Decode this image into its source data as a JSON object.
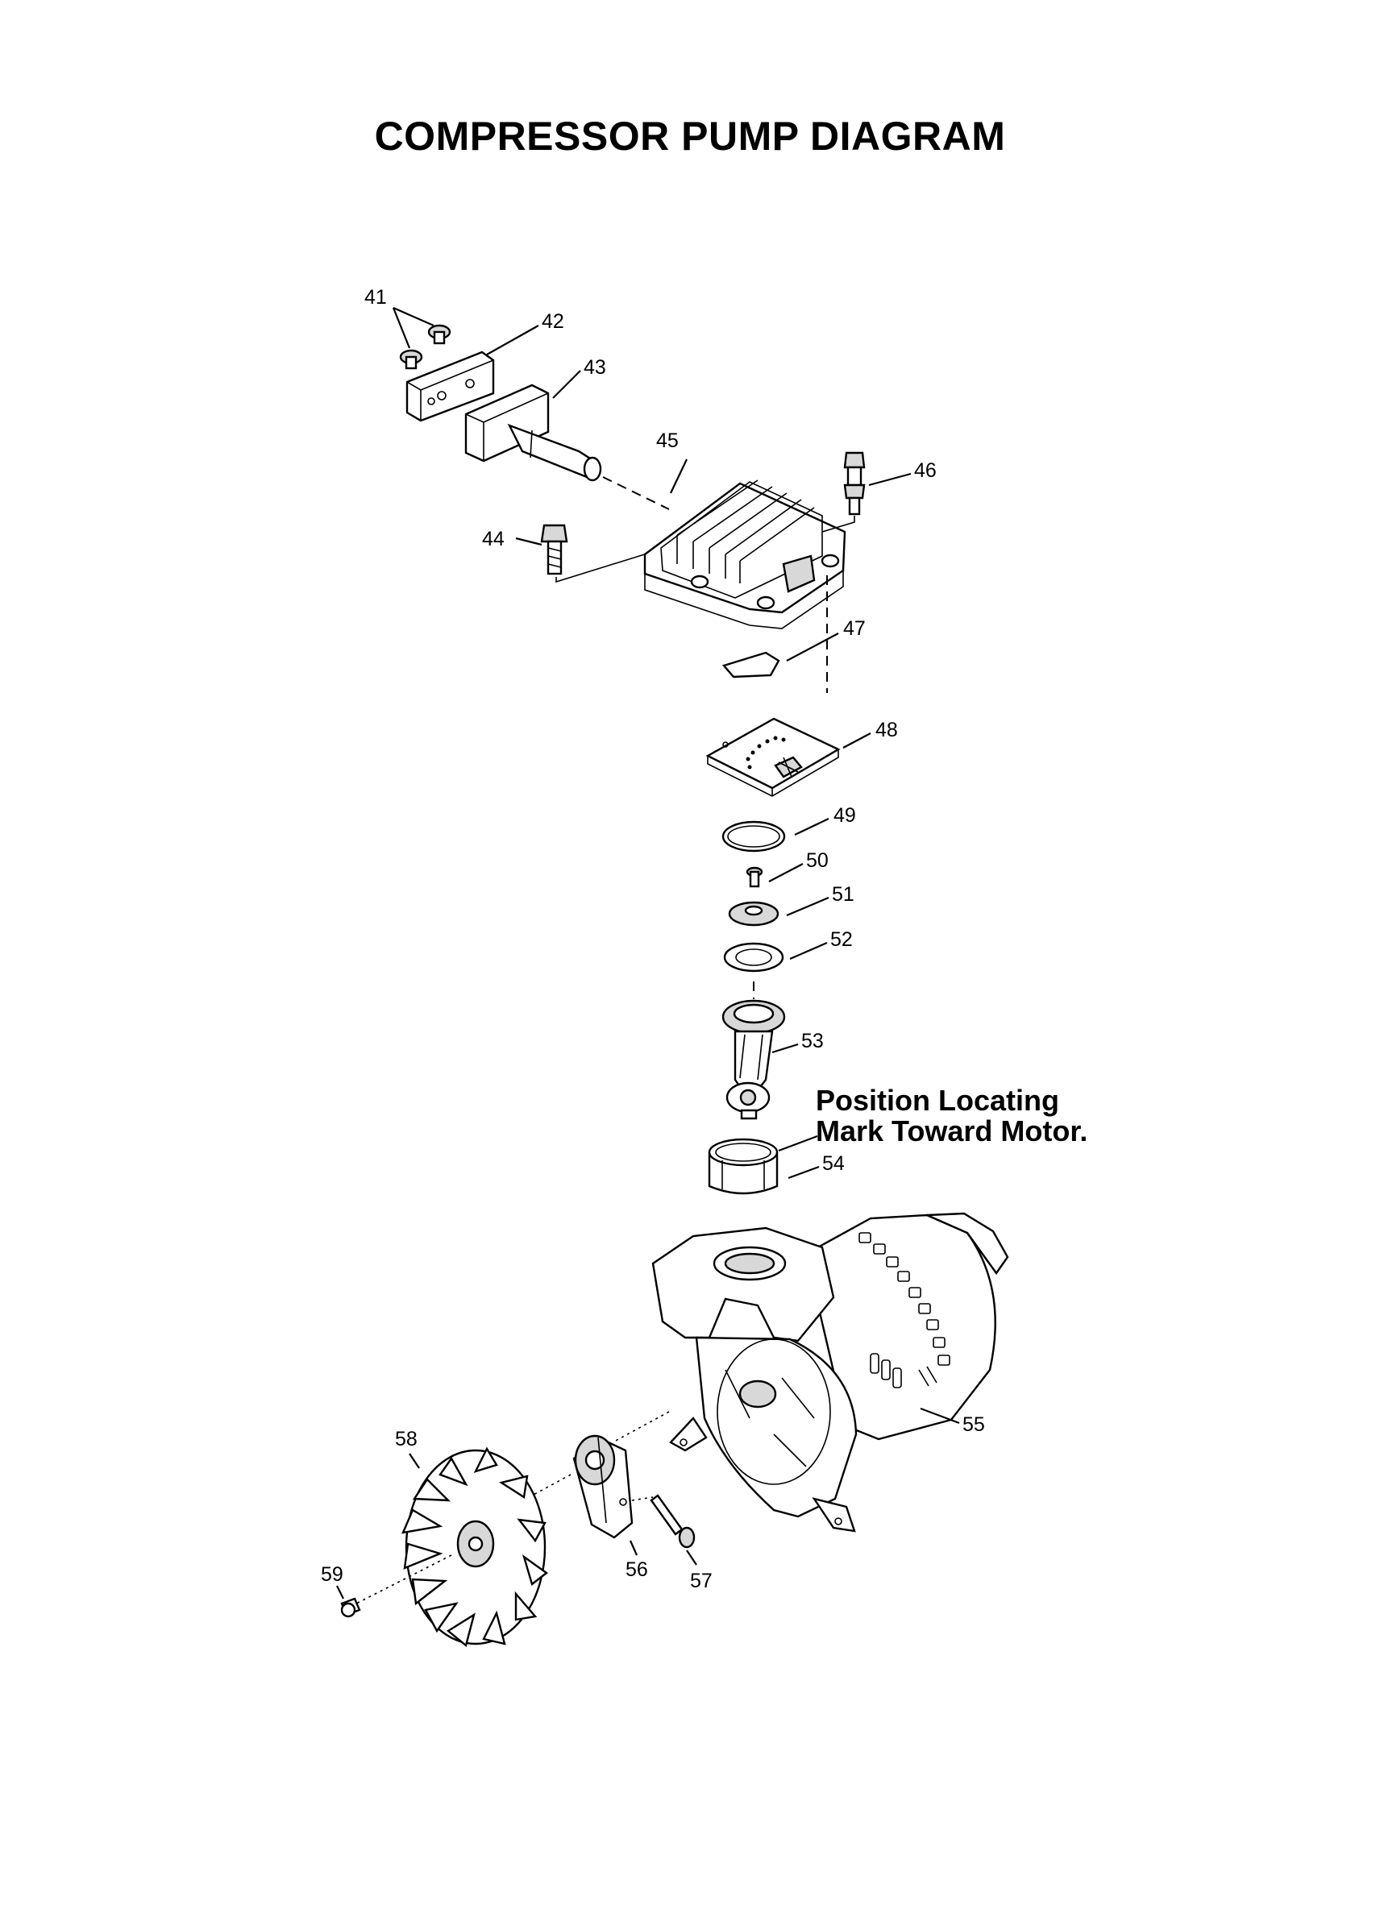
{
  "title": "COMPRESSOR PUMP DIAGRAM",
  "note": {
    "line1": "Position Locating",
    "line2": "Mark Toward Motor."
  },
  "parts": [
    {
      "number": "41",
      "icon": "screw-pair-icon"
    },
    {
      "number": "42",
      "icon": "plate-icon"
    },
    {
      "number": "43",
      "icon": "intake-tube-icon"
    },
    {
      "number": "44",
      "icon": "bolt-icon"
    },
    {
      "number": "45",
      "icon": "cylinder-head-icon"
    },
    {
      "number": "46",
      "icon": "fitting-icon"
    },
    {
      "number": "47",
      "icon": "reed-valve-icon"
    },
    {
      "number": "48",
      "icon": "valve-plate-icon"
    },
    {
      "number": "49",
      "icon": "o-ring-icon"
    },
    {
      "number": "50",
      "icon": "screw-icon"
    },
    {
      "number": "51",
      "icon": "retainer-icon"
    },
    {
      "number": "52",
      "icon": "cup-seal-icon"
    },
    {
      "number": "53",
      "icon": "connecting-rod-icon"
    },
    {
      "number": "54",
      "icon": "cylinder-sleeve-icon"
    },
    {
      "number": "55",
      "icon": "motor-crankcase-icon"
    },
    {
      "number": "56",
      "icon": "eccentric-icon"
    },
    {
      "number": "57",
      "icon": "set-screw-icon"
    },
    {
      "number": "58",
      "icon": "fan-icon"
    },
    {
      "number": "59",
      "icon": "fan-bolt-icon"
    }
  ]
}
